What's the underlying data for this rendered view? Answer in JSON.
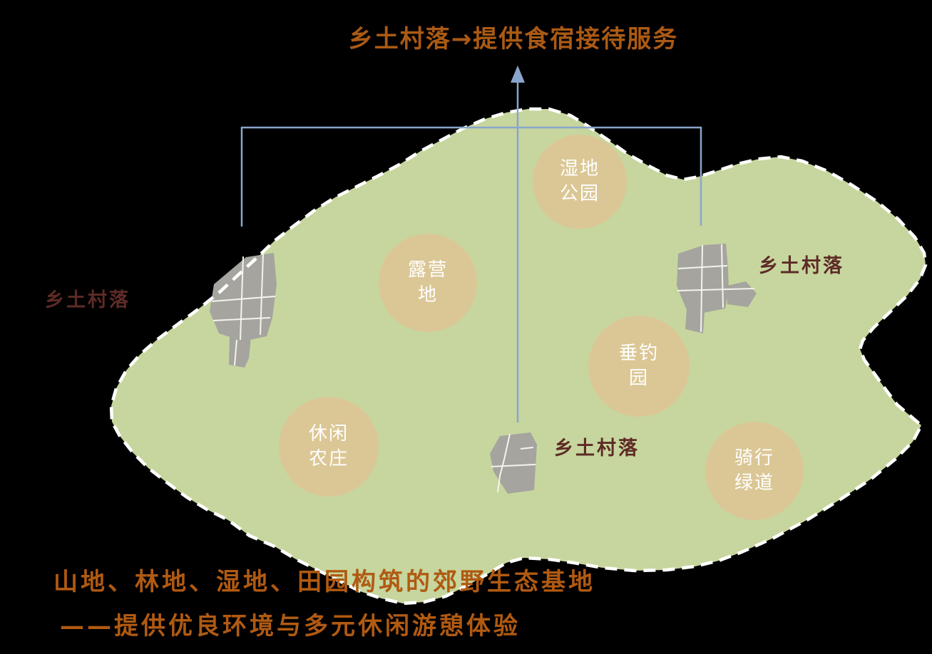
{
  "title": "乡土村落→提供食宿接待服务",
  "caption": {
    "line1": "山地、林地、湿地、田园构筑的郊野生态基地",
    "line2": "——提供优良环境与多元休闲游憩体验"
  },
  "village_labels": {
    "left": "乡土村落",
    "top_right": "乡土村落",
    "bottom_center": "乡土村落"
  },
  "features": {
    "wetland_park": {
      "line1": "湿地",
      "line2": "公园"
    },
    "campsite": {
      "line1": "露营",
      "line2": "地"
    },
    "fishing_park": {
      "line1": "垂钓",
      "line2": "园"
    },
    "leisure_farm": {
      "line1": "休闲",
      "line2": "农庄"
    },
    "cycling_greenway": {
      "line1": "骑行",
      "line2": "绿道"
    }
  },
  "colors": {
    "background": "#000000",
    "base_green": "#c6d69e",
    "feature_circle_tan": "#dbc795",
    "village_gray": "#a5a49f",
    "street_white": "#f4f4ef",
    "dashed_border_white": "#ffffff",
    "accent_orange": "#ab5a14",
    "village_label_maroon": "#5e2b26",
    "annotation_blue": "#8aa5cb"
  }
}
